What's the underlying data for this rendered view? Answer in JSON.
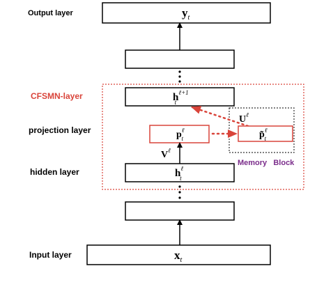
{
  "labels": {
    "output_layer": "Output layer",
    "cfsmn_layer": "CFSMN-layer",
    "projection_layer": "projection layer",
    "hidden_layer": "hidden layer",
    "input_layer": "Input layer",
    "memory_block": "Memory   Block"
  },
  "symbols": {
    "y": {
      "base": "y",
      "sub": "t"
    },
    "x": {
      "base": "x",
      "sub": "t"
    },
    "h_top": {
      "base": "h",
      "sub": "t",
      "sup": "ℓ+1"
    },
    "h": {
      "base": "h",
      "sub": "t",
      "sup": "ℓ"
    },
    "p": {
      "base": "p",
      "sub": "t",
      "sup": "ℓ"
    },
    "p_tilde": {
      "base": "p̃",
      "sub": "t",
      "sup": "ℓ"
    },
    "V": {
      "base": "V",
      "sup": "ℓ"
    },
    "U": {
      "base": "U",
      "sup": "ℓ"
    }
  },
  "colors": {
    "accent_red": "#d9443a",
    "memory_purple": "#7b2d8b",
    "black": "#000000"
  }
}
